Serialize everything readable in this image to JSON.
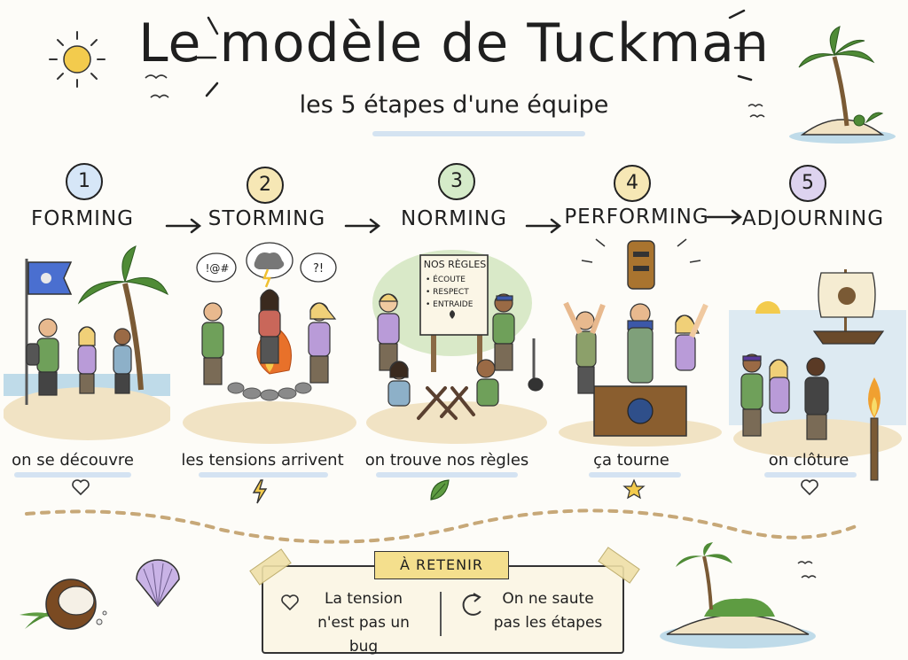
{
  "title": "Le modèle de Tuckman",
  "subtitle": "les 5 étapes d'une équipe",
  "stages": [
    {
      "number": "1",
      "name": "FORMING",
      "caption": "on se découvre",
      "icon": "heart-icon",
      "circle_color": "#d6e6f7"
    },
    {
      "number": "2",
      "name": "STORMING",
      "caption": "les tensions arrivent",
      "icon": "lightning-icon",
      "circle_color": "#f6e7b5"
    },
    {
      "number": "3",
      "name": "NORMING",
      "caption": "on trouve nos règles",
      "icon": "leaf-icon",
      "circle_color": "#d5ebc9"
    },
    {
      "number": "4",
      "name": "PERFORMING",
      "caption": "ça tourne",
      "icon": "star-icon",
      "circle_color": "#f6e7b5"
    },
    {
      "number": "5",
      "name": "ADJOURNING",
      "caption": "on clôture",
      "icon": "heart-icon",
      "circle_color": "#ddd3ef"
    }
  ],
  "scene2": {
    "bubble_left": "!@#",
    "bubble_right": "?!"
  },
  "sign": {
    "title": "NOS RÈGLES",
    "items": [
      "• ÉCOUTE",
      "• RESPECT",
      "• ENTRAIDE"
    ]
  },
  "retenir": {
    "label": "À RETENIR",
    "left_line1": "La tension",
    "left_line2": "n'est pas un bug",
    "right_line1": "On ne saute",
    "right_line2": "pas les étapes"
  },
  "colors": {
    "accent_blue": "#cfe0f1",
    "sand": "#f1e3c4",
    "water": "#bfdbe9",
    "palm": "#4f8b36",
    "banner": "#f4df8d"
  }
}
